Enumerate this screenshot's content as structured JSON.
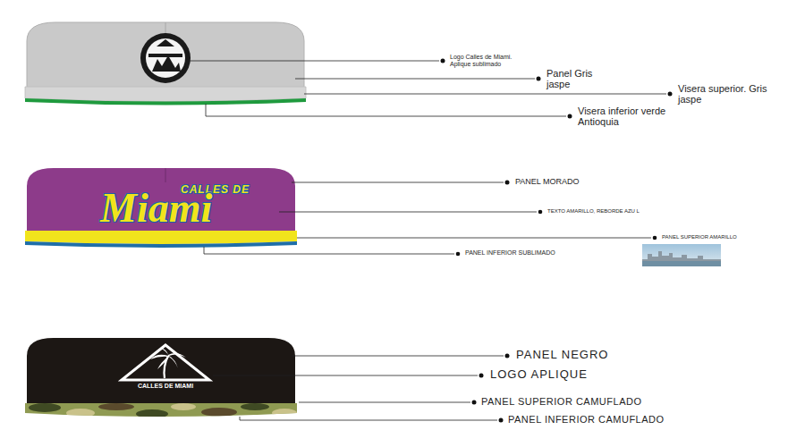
{
  "diagram": {
    "labels": [
      "Logo Calles de Miami. Aplique sublimado",
      "Panel Gris jaspe",
      "Visera superior. Gris jaspe",
      "Visera inferior verde Antioquia",
      "CALLES DE",
      "Miami",
      "PANEL MORADO",
      "TEXTO AMARILLO, REBORDE AZU L",
      "PANEL SUPERIOR AMARILLO",
      "PANEL INFERIOR SUBLIMADO",
      "CALLES DE MIAMI",
      "PANEL NEGRO",
      "LOGO APLIQUE",
      "PANEL SUPERIOR CAMUFLADO",
      "PANEL INFERIOR CAMUFLADO"
    ]
  }
}
